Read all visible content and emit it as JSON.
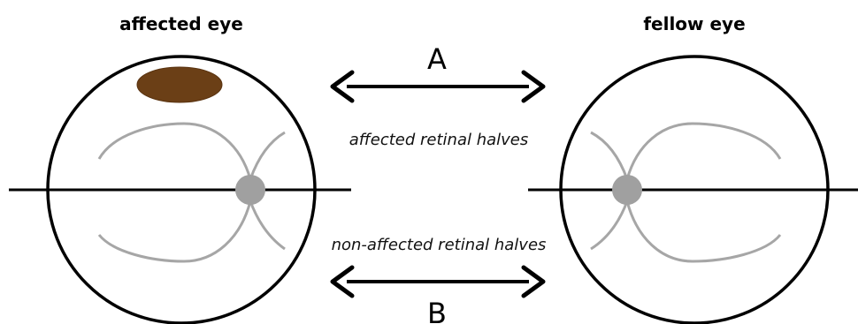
{
  "affected_eye": {
    "title": "affected eye"
  },
  "fellow_eye": {
    "title": "fellow eye"
  },
  "comparison_a": {
    "letter": "A",
    "label": "affected retinal halves"
  },
  "comparison_b": {
    "letter": "B",
    "label": "non-affected retinal halves"
  },
  "colors": {
    "outline": "#000000",
    "vessel": "#a6a6a6",
    "optic_disc": "#a0a0a0",
    "lesion_fill": "#6b3f16",
    "lesion_edge": "#5a3310"
  }
}
